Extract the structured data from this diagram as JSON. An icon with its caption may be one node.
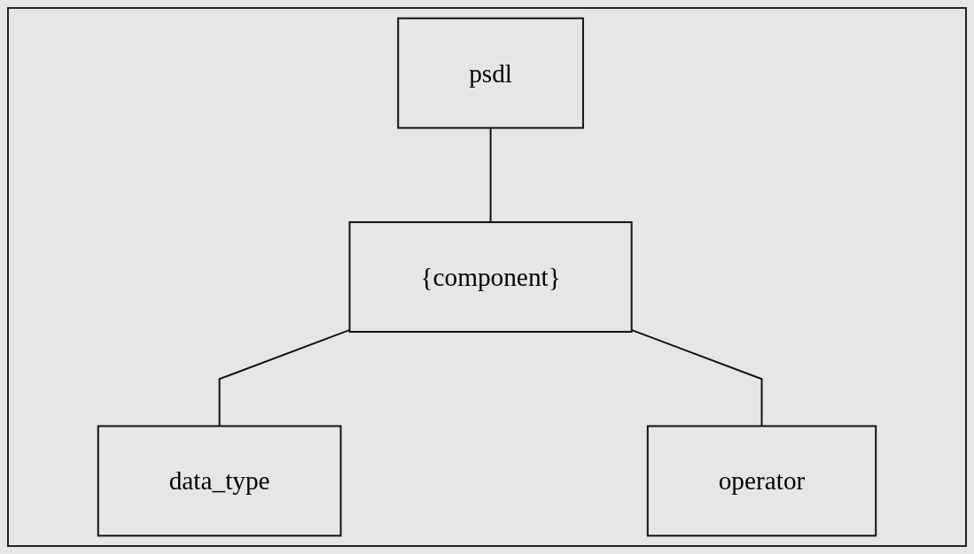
{
  "diagram": {
    "nodes": [
      {
        "text": [
          "psdl"
        ]
      },
      {
        "text": [
          "{component}"
        ]
      },
      {
        "text": [
          "data_type"
        ]
      },
      {
        "text": [
          "operator"
        ]
      }
    ],
    "edges": [
      {
        "from": 0,
        "to": 1,
        "arrow": "none"
      },
      {
        "from": 1,
        "to": 2,
        "arrow": "none"
      },
      {
        "from": 1,
        "to": 3,
        "arrow": "none"
      }
    ]
  }
}
